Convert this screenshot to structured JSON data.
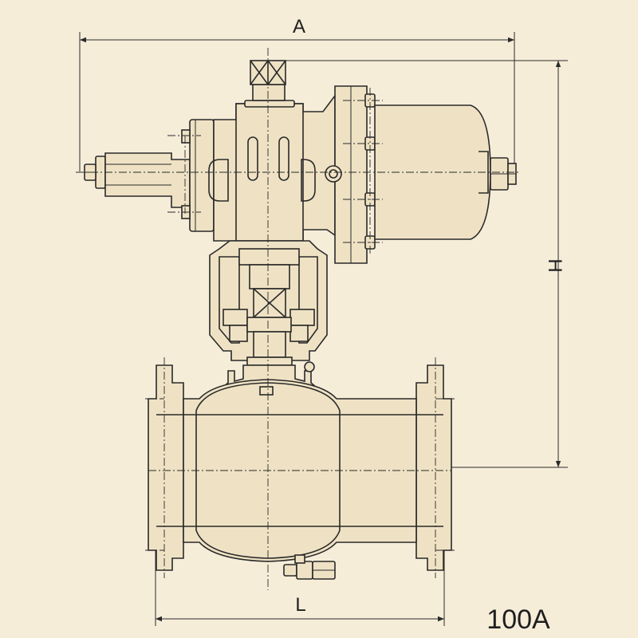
{
  "dimensions": {
    "width_label": "A",
    "height_label": "H",
    "length_label": "L"
  },
  "size_label": "100A",
  "colors": {
    "background": "#f6edd9",
    "body_fill": "#efe2c4",
    "line": "#2a2a2a"
  }
}
